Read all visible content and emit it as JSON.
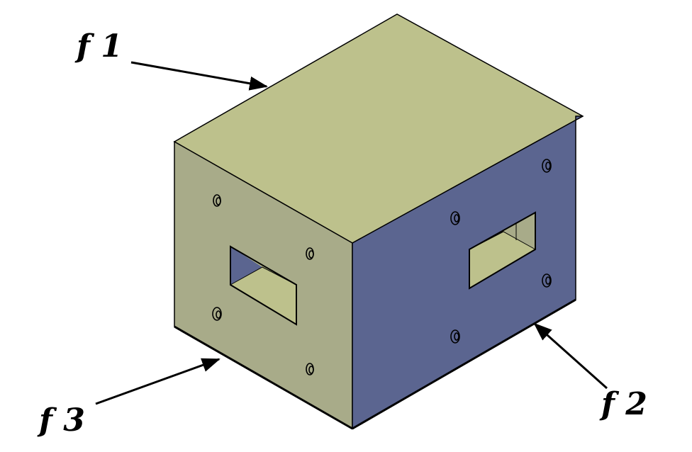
{
  "labels": {
    "f1": "f 1",
    "f2": "f 2",
    "f3": "f 3"
  },
  "colors": {
    "top_face": "#bdc18c",
    "left_face": "#a8ab89",
    "right_face": "#5b6590",
    "edge": "#000000"
  }
}
